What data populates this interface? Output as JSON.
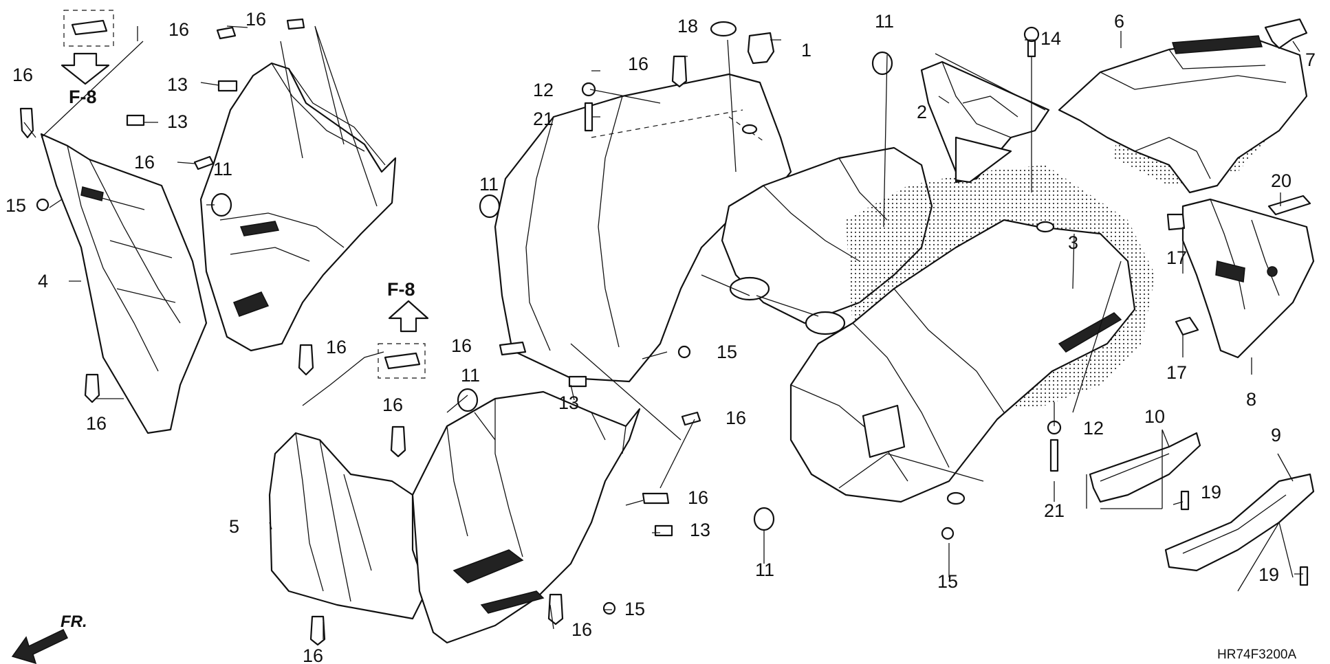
{
  "labels": {
    "p1": "1",
    "p2": "2",
    "p3": "3",
    "p4": "4",
    "p5": "5",
    "p6": "6",
    "p7": "7",
    "p8": "8",
    "p9": "9",
    "p10": "10",
    "p11a": "11",
    "p11b": "11",
    "p11c": "11",
    "p11d": "11",
    "p11e": "11",
    "p12a": "12",
    "p12b": "12",
    "p13a": "13",
    "p13b": "13",
    "p13c": "13",
    "p13d": "13",
    "p14": "14",
    "p15a": "15",
    "p15b": "15",
    "p15c": "15",
    "p15d": "15",
    "p16a": "16",
    "p16b": "16",
    "p16c": "16",
    "p16d": "16",
    "p16e": "16",
    "p16f": "16",
    "p16g": "16",
    "p16h": "16",
    "p16i": "16",
    "p16j": "16",
    "p16k": "16",
    "p16l": "16",
    "p16m": "16",
    "p17a": "17",
    "p17b": "17",
    "p18": "18",
    "p19a": "19",
    "p19b": "19",
    "p20": "20",
    "p21a": "21",
    "p21b": "21"
  },
  "refs": {
    "f8_top": "F-8",
    "f8_mid": "F-8"
  },
  "direction": "FR.",
  "diagram_code": "HR74F3200A"
}
